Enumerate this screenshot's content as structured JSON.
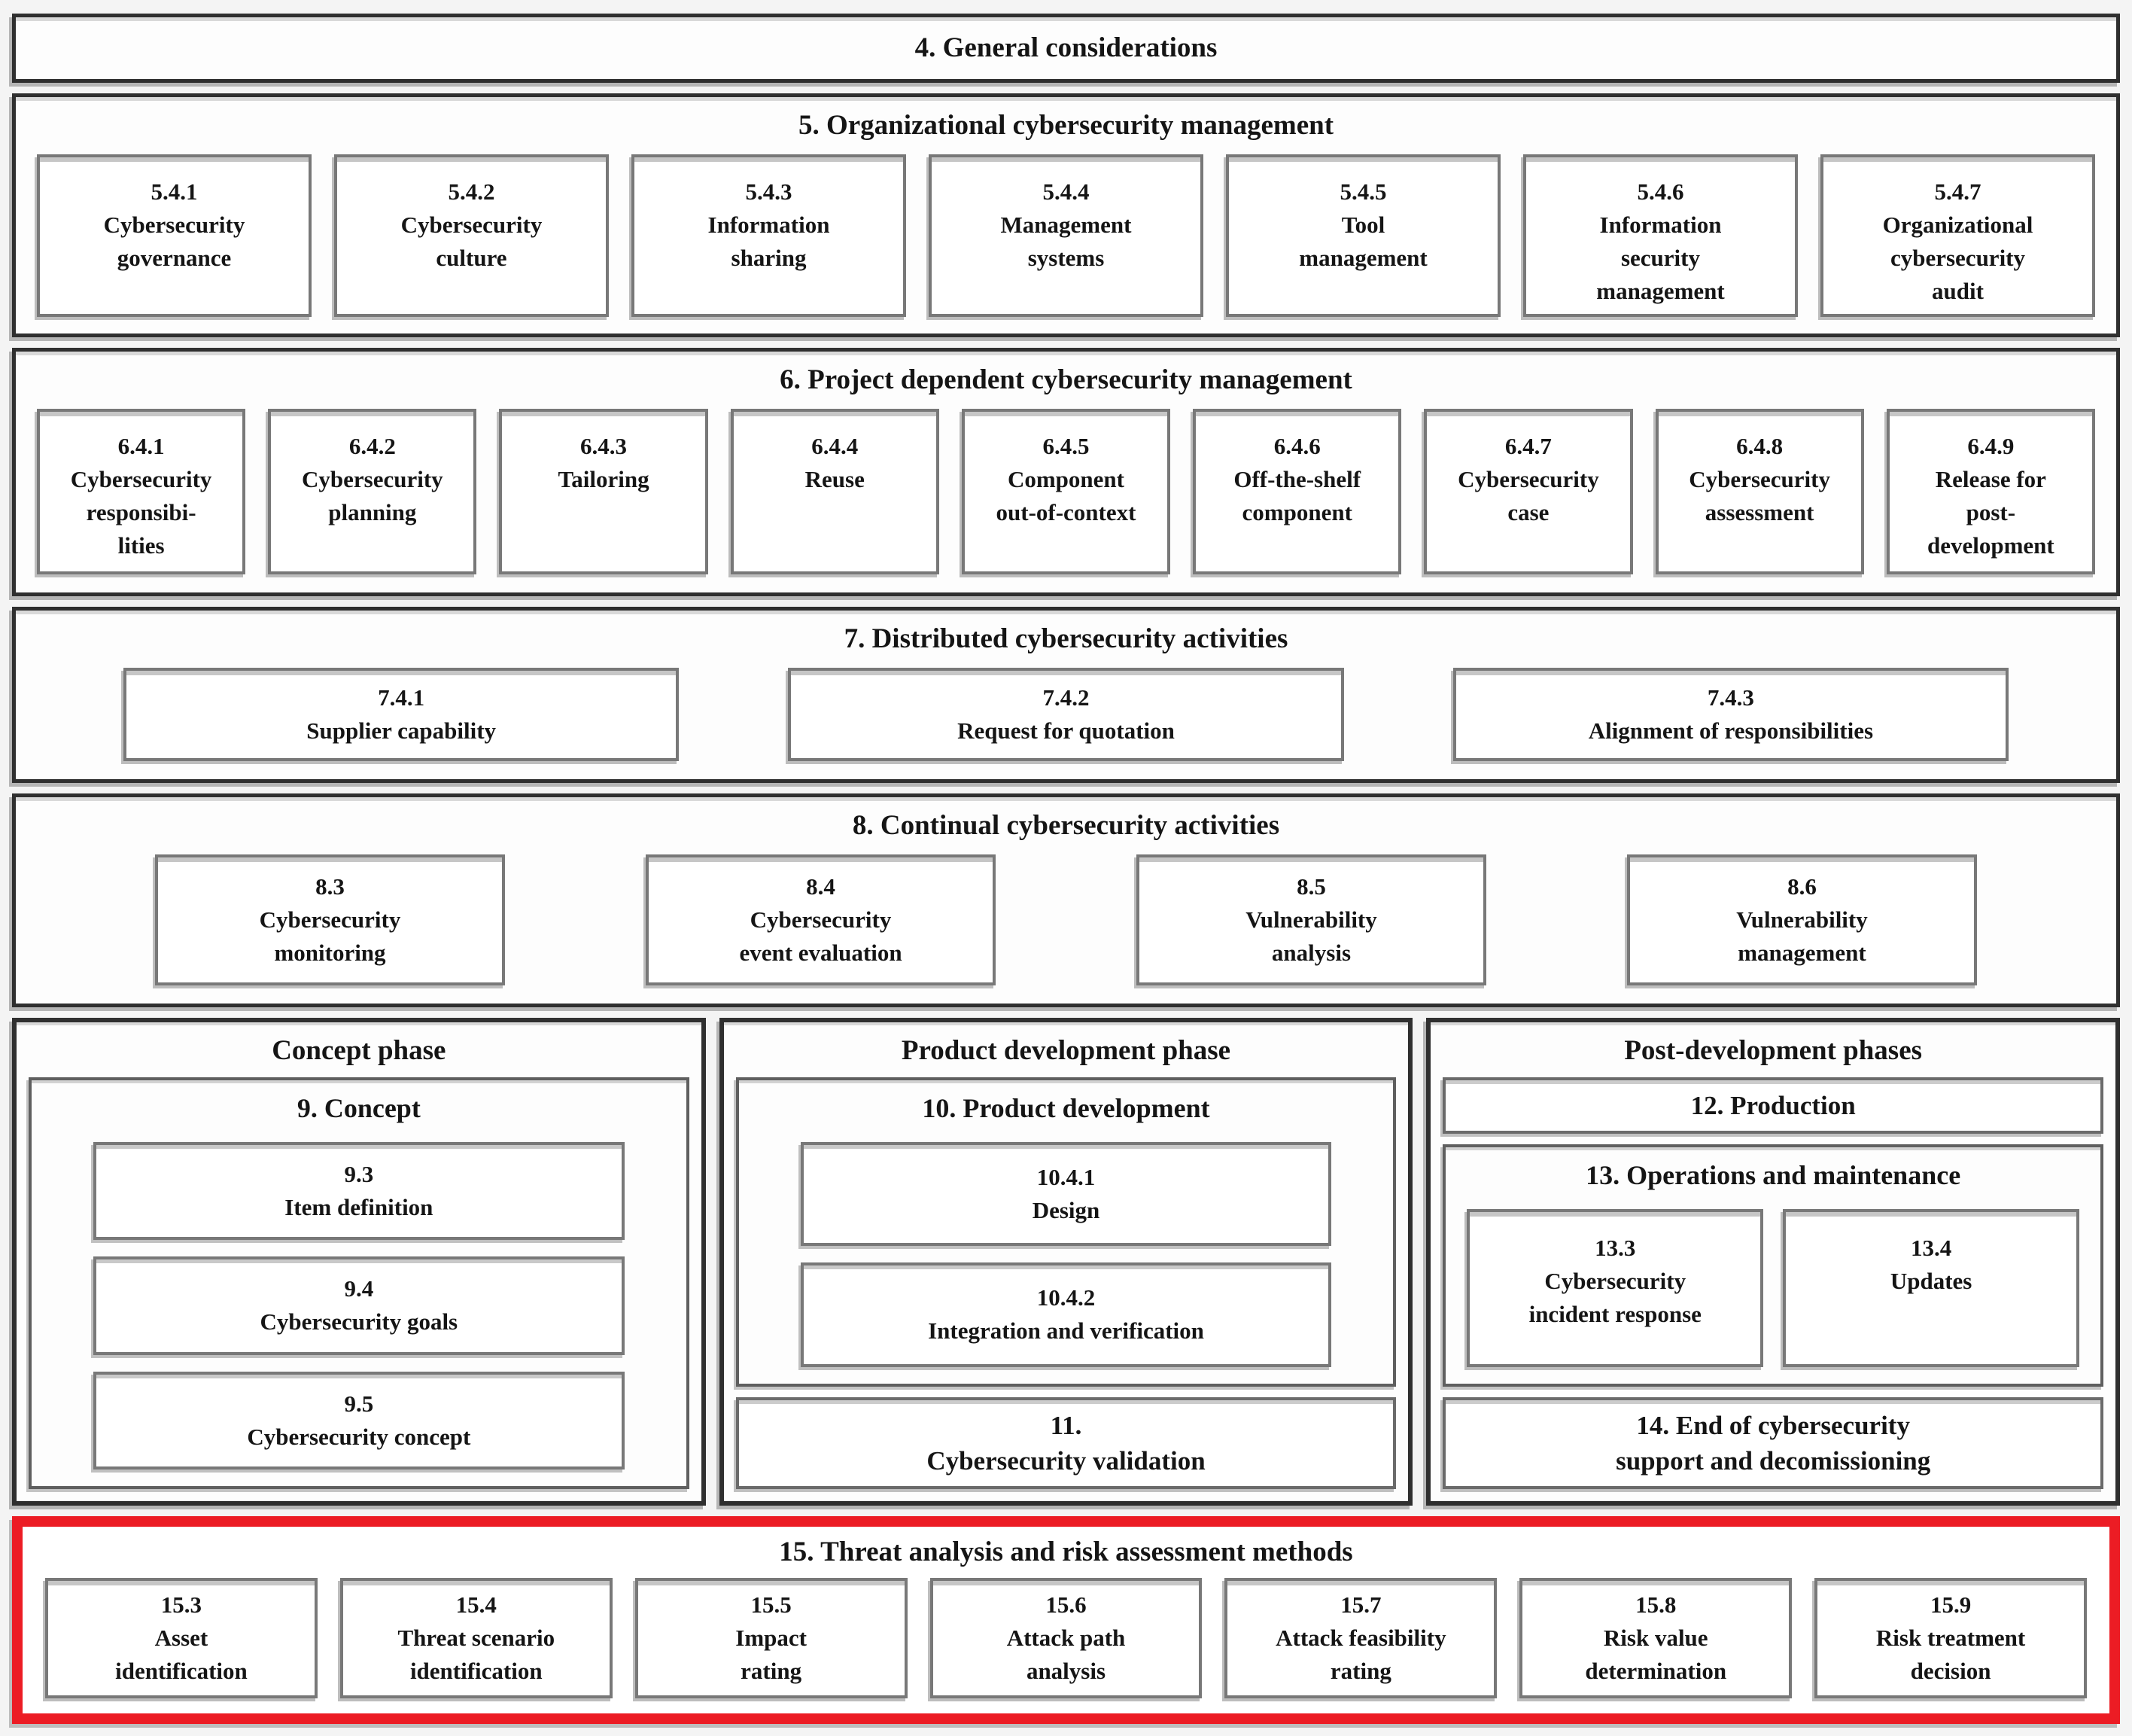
{
  "palette": {
    "highlight_red": "#ec1c24"
  },
  "s4": {
    "title": "4. General considerations"
  },
  "s5": {
    "title": "5. Organizational cybersecurity management",
    "boxes": [
      {
        "num": "5.4.1",
        "label": "Cybersecurity\ngovernance"
      },
      {
        "num": "5.4.2",
        "label": "Cybersecurity\nculture"
      },
      {
        "num": "5.4.3",
        "label": "Information\nsharing"
      },
      {
        "num": "5.4.4",
        "label": "Management\nsystems"
      },
      {
        "num": "5.4.5",
        "label": "Tool\nmanagement"
      },
      {
        "num": "5.4.6",
        "label": "Information\nsecurity\nmanagement"
      },
      {
        "num": "5.4.7",
        "label": "Organizational\ncybersecurity\naudit"
      }
    ]
  },
  "s6": {
    "title": "6. Project dependent cybersecurity management",
    "boxes": [
      {
        "num": "6.4.1",
        "label": "Cybersecurity\nresponsibi-\nlities"
      },
      {
        "num": "6.4.2",
        "label": "Cybersecurity\nplanning"
      },
      {
        "num": "6.4.3",
        "label": "Tailoring"
      },
      {
        "num": "6.4.4",
        "label": "Reuse"
      },
      {
        "num": "6.4.5",
        "label": "Component\nout-of-context"
      },
      {
        "num": "6.4.6",
        "label": "Off-the-shelf\ncomponent"
      },
      {
        "num": "6.4.7",
        "label": "Cybersecurity\ncase"
      },
      {
        "num": "6.4.8",
        "label": "Cybersecurity\nassessment"
      },
      {
        "num": "6.4.9",
        "label": "Release for\npost-\ndevelopment"
      }
    ]
  },
  "s7": {
    "title": "7. Distributed cybersecurity activities",
    "boxes": [
      {
        "num": "7.4.1",
        "label": "Supplier capability"
      },
      {
        "num": "7.4.2",
        "label": "Request for quotation"
      },
      {
        "num": "7.4.3",
        "label": "Alignment of responsibilities"
      }
    ]
  },
  "s8": {
    "title": "8. Continual cybersecurity activities",
    "boxes": [
      {
        "num": "8.3",
        "label": "Cybersecurity\nmonitoring"
      },
      {
        "num": "8.4",
        "label": "Cybersecurity\nevent evaluation"
      },
      {
        "num": "8.5",
        "label": "Vulnerability\nanalysis"
      },
      {
        "num": "8.6",
        "label": "Vulnerability\nmanagement"
      }
    ]
  },
  "phases": {
    "concept": {
      "title": "Concept phase",
      "group_title": "9. Concept",
      "boxes": [
        {
          "num": "9.3",
          "label": "Item definition"
        },
        {
          "num": "9.4",
          "label": "Cybersecurity goals"
        },
        {
          "num": "9.5",
          "label": "Cybersecurity concept"
        }
      ]
    },
    "product": {
      "title": "Product development phase",
      "group_title": "10. Product development",
      "boxes": [
        {
          "num": "10.4.1",
          "label": "Design"
        },
        {
          "num": "10.4.2",
          "label": "Integration and verification"
        }
      ],
      "validation": {
        "num": "11.",
        "label": "Cybersecurity validation"
      }
    },
    "post": {
      "title": "Post-development phases",
      "production_title": "12. Production",
      "group_title": "13. Operations and maintenance",
      "boxes": [
        {
          "num": "13.3",
          "label": "Cybersecurity\nincident response"
        },
        {
          "num": "13.4",
          "label": "Updates"
        }
      ],
      "end_title": "14. End of cybersecurity\nsupport and decomissioning"
    }
  },
  "s15": {
    "title": "15. Threat analysis and risk assessment methods",
    "boxes": [
      {
        "num": "15.3",
        "label": "Asset\nidentification"
      },
      {
        "num": "15.4",
        "label": "Threat scenario\nidentification"
      },
      {
        "num": "15.5",
        "label": "Impact\nrating"
      },
      {
        "num": "15.6",
        "label": "Attack path\nanalysis"
      },
      {
        "num": "15.7",
        "label": "Attack feasibility\nrating"
      },
      {
        "num": "15.8",
        "label": "Risk value\ndetermination"
      },
      {
        "num": "15.9",
        "label": "Risk treatment\ndecision"
      }
    ]
  }
}
